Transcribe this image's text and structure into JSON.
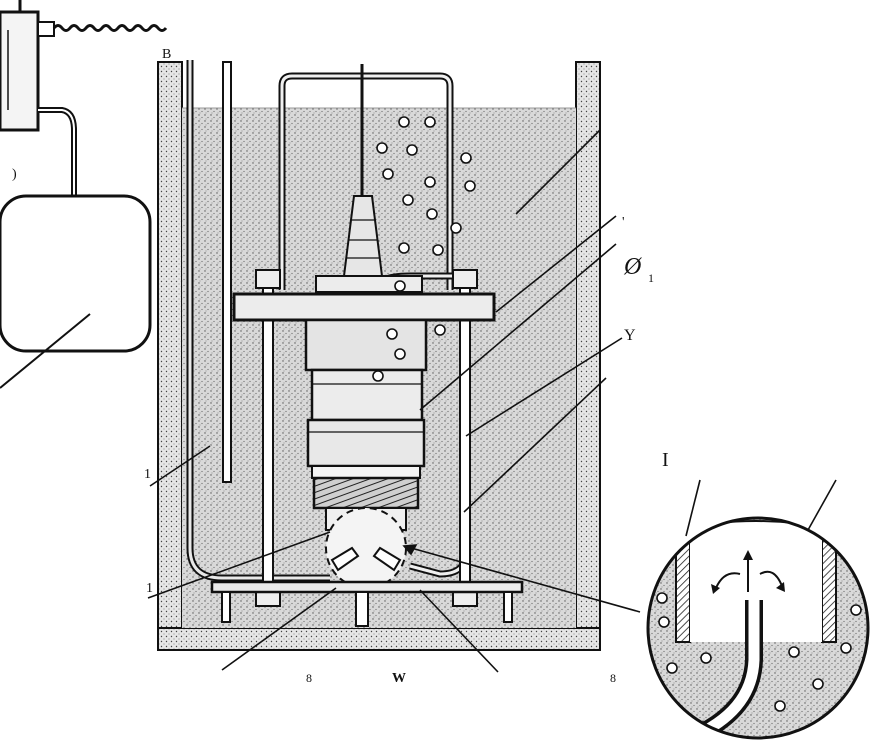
{
  "figure": {
    "labels": {
      "b_tag": "В",
      "zero_tag": ")",
      "phi_tag": "Ø",
      "phi_sub": "1",
      "comma_tag": "'",
      "y_tag": "Y",
      "one_tag": "1",
      "left_tick_1": "1",
      "left_tick_2": "1",
      "detail_tag": "I",
      "bottom_1": "8",
      "bottom_2": "W",
      "bottom_3": "8"
    }
  }
}
